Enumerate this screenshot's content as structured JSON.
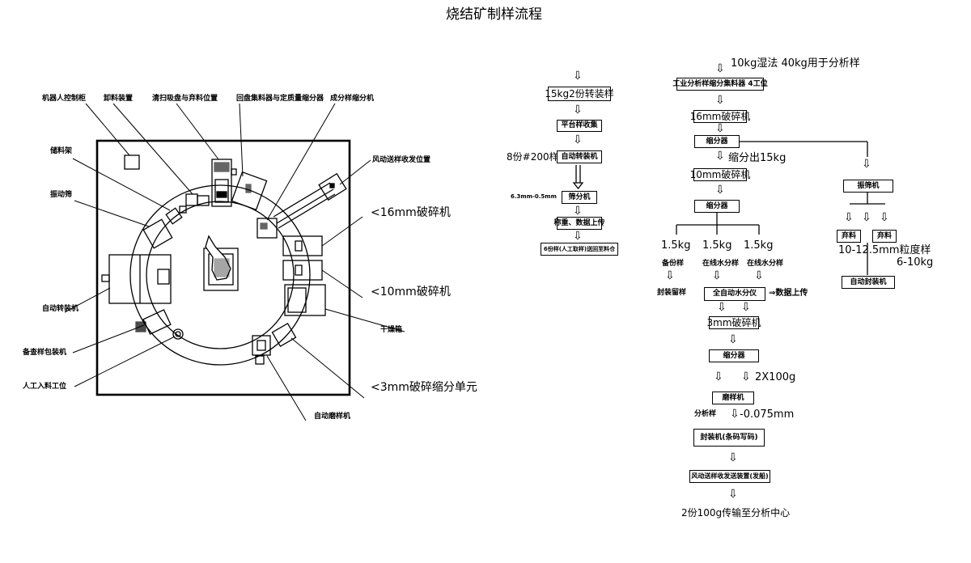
{
  "title": "烧结矿制样流程",
  "layout_labels": {
    "robot_console": "机器人控制柜",
    "unpacking": "卸料装置",
    "cleaning": "清扫吸盘与弃料位置",
    "rotating": "回盘集料器与定质量缩分器",
    "secondary_divider": "成分样缩分机",
    "rack": "储料架",
    "pneumatic": "风动送样收发位置",
    "vibrating_screen": "振动筛",
    "crusher16": "<16mm破碎机",
    "crusher10": "<10mm破碎机",
    "auto_loader": "自动转装机",
    "dryer": "干燥箱",
    "backup_bagger": "备查样包装机",
    "crusher3": "<3mm破碎缩分单元",
    "manual": "人工入料工位",
    "auto_grinder": "自动磨样机"
  },
  "flow_left": {
    "n1": "15kg2份转装样",
    "n2": "平台样收集",
    "side3": "8份#200样",
    "n3": "自动转装机",
    "side4": "6.3mm-0.5mm",
    "n4": "筛分机",
    "n5": "称重、数据上传",
    "n6": "6份样(人工取样)送回至料仓"
  },
  "flow_right": {
    "top": "10kg湿法 40kg用于分析样",
    "n1": "工业分析样缩分集料器 4工位",
    "n2": "16mm破碎机",
    "n3": "缩分器",
    "note3": "缩分出15kg",
    "n4": "10mm破碎机",
    "n5": "缩分器",
    "w1": "1.5kg",
    "w2": "1.5kg",
    "w3": "1.5kg",
    "l1": "备份样",
    "l2": "在线水分样",
    "l3": "在线水分样",
    "seal": "封装留样",
    "n6": "全自动水分仪",
    "upload": "⇒数据上传",
    "n7": "3mm破碎机",
    "n8": "缩分器",
    "w4": "2X100g",
    "n9": "磨样机",
    "sub": "分析样",
    "w5": "-0.075mm",
    "n10": "封装机(条码写码)",
    "n11": "风动送样收发送装置(发船)",
    "bottom": "2份100g传输至分析中心",
    "b1": "振筛机",
    "b2a": "弃料",
    "b2b": "弃料",
    "b3": "10-12.5mm粒度样",
    "b3w": "6-10kg",
    "b4": "自动封装机"
  }
}
